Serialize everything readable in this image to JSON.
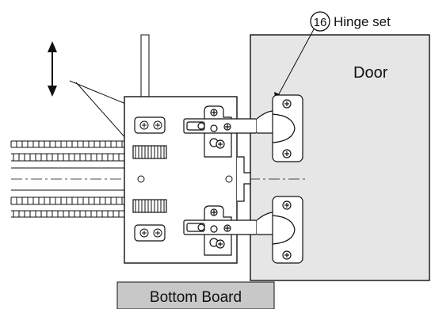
{
  "part_number": "16",
  "part_label": "Hinge set",
  "door_label": "Door",
  "bottom_board_label": "Bottom Board",
  "colors": {
    "door": "#e6e6e6",
    "bottom_board": "#c8c8c8",
    "line": "#111111"
  }
}
